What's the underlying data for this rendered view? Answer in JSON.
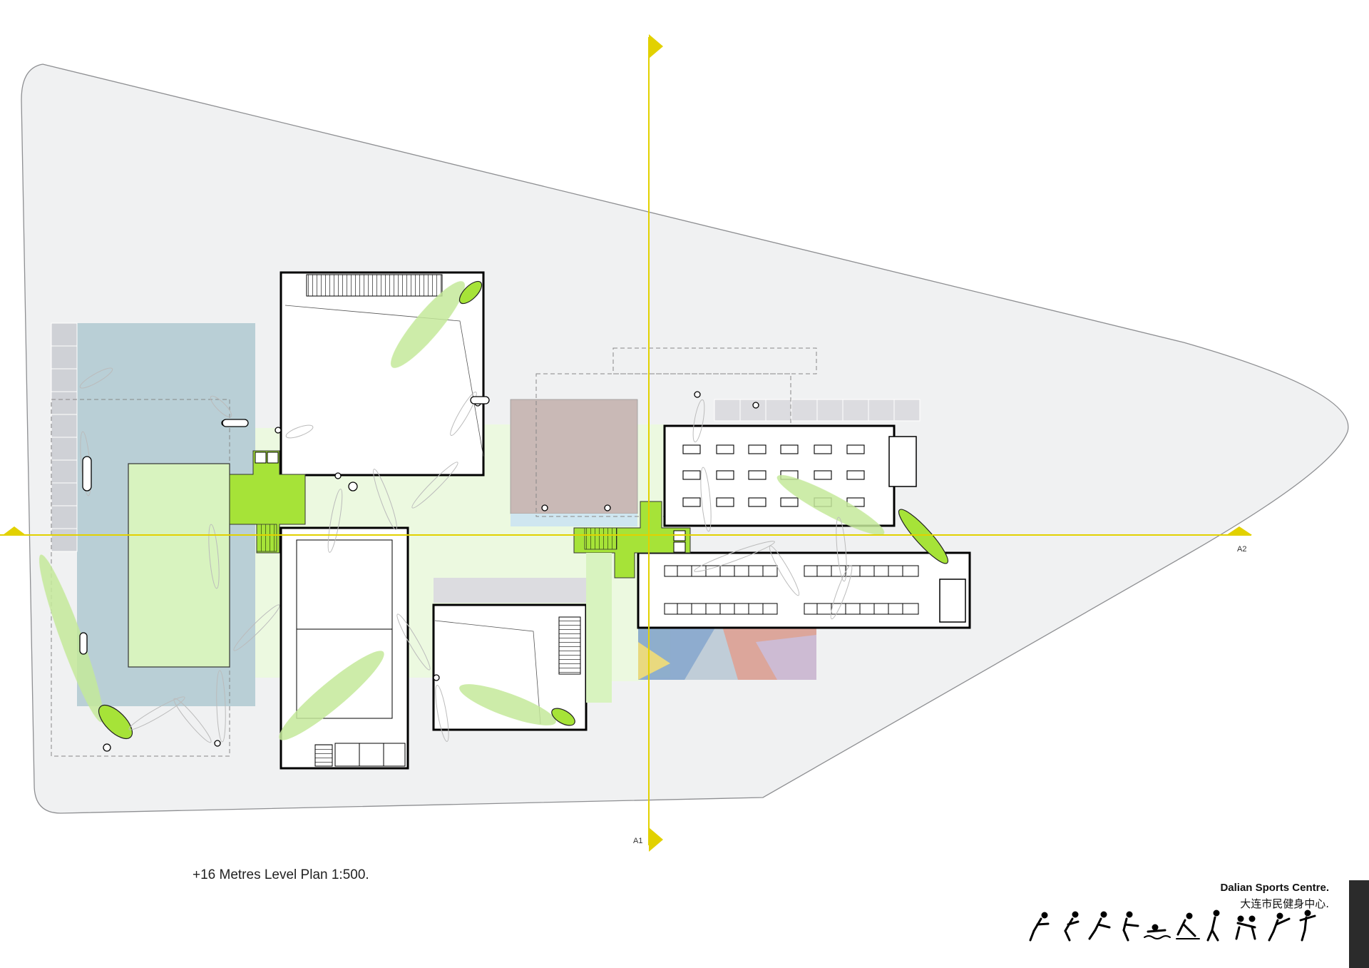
{
  "drawing": {
    "plan_title": "+16 Metres Level Plan 1:500.",
    "project_name": "Dalian Sports Centre.",
    "project_name_cn": "大连市民健身中心.",
    "section_markers": [
      {
        "id": "a1",
        "label": "A1"
      },
      {
        "id": "a2",
        "label": "A2"
      }
    ],
    "sport_pictograms": [
      "badminton",
      "tennis",
      "running",
      "fencing",
      "swimming",
      "gymnastics",
      "basketball",
      "wrestling",
      "archery",
      "ballet"
    ]
  },
  "colors": {
    "site": "#f0f1f2",
    "pool": "#b9cfd6",
    "green_zone": "#d8f3bf",
    "circulation": "#a6e338",
    "section_line": "#e2d100",
    "building_outline": "#000000",
    "courtyard": "#ecf9e0",
    "stone_tile": "#dcdce0"
  }
}
